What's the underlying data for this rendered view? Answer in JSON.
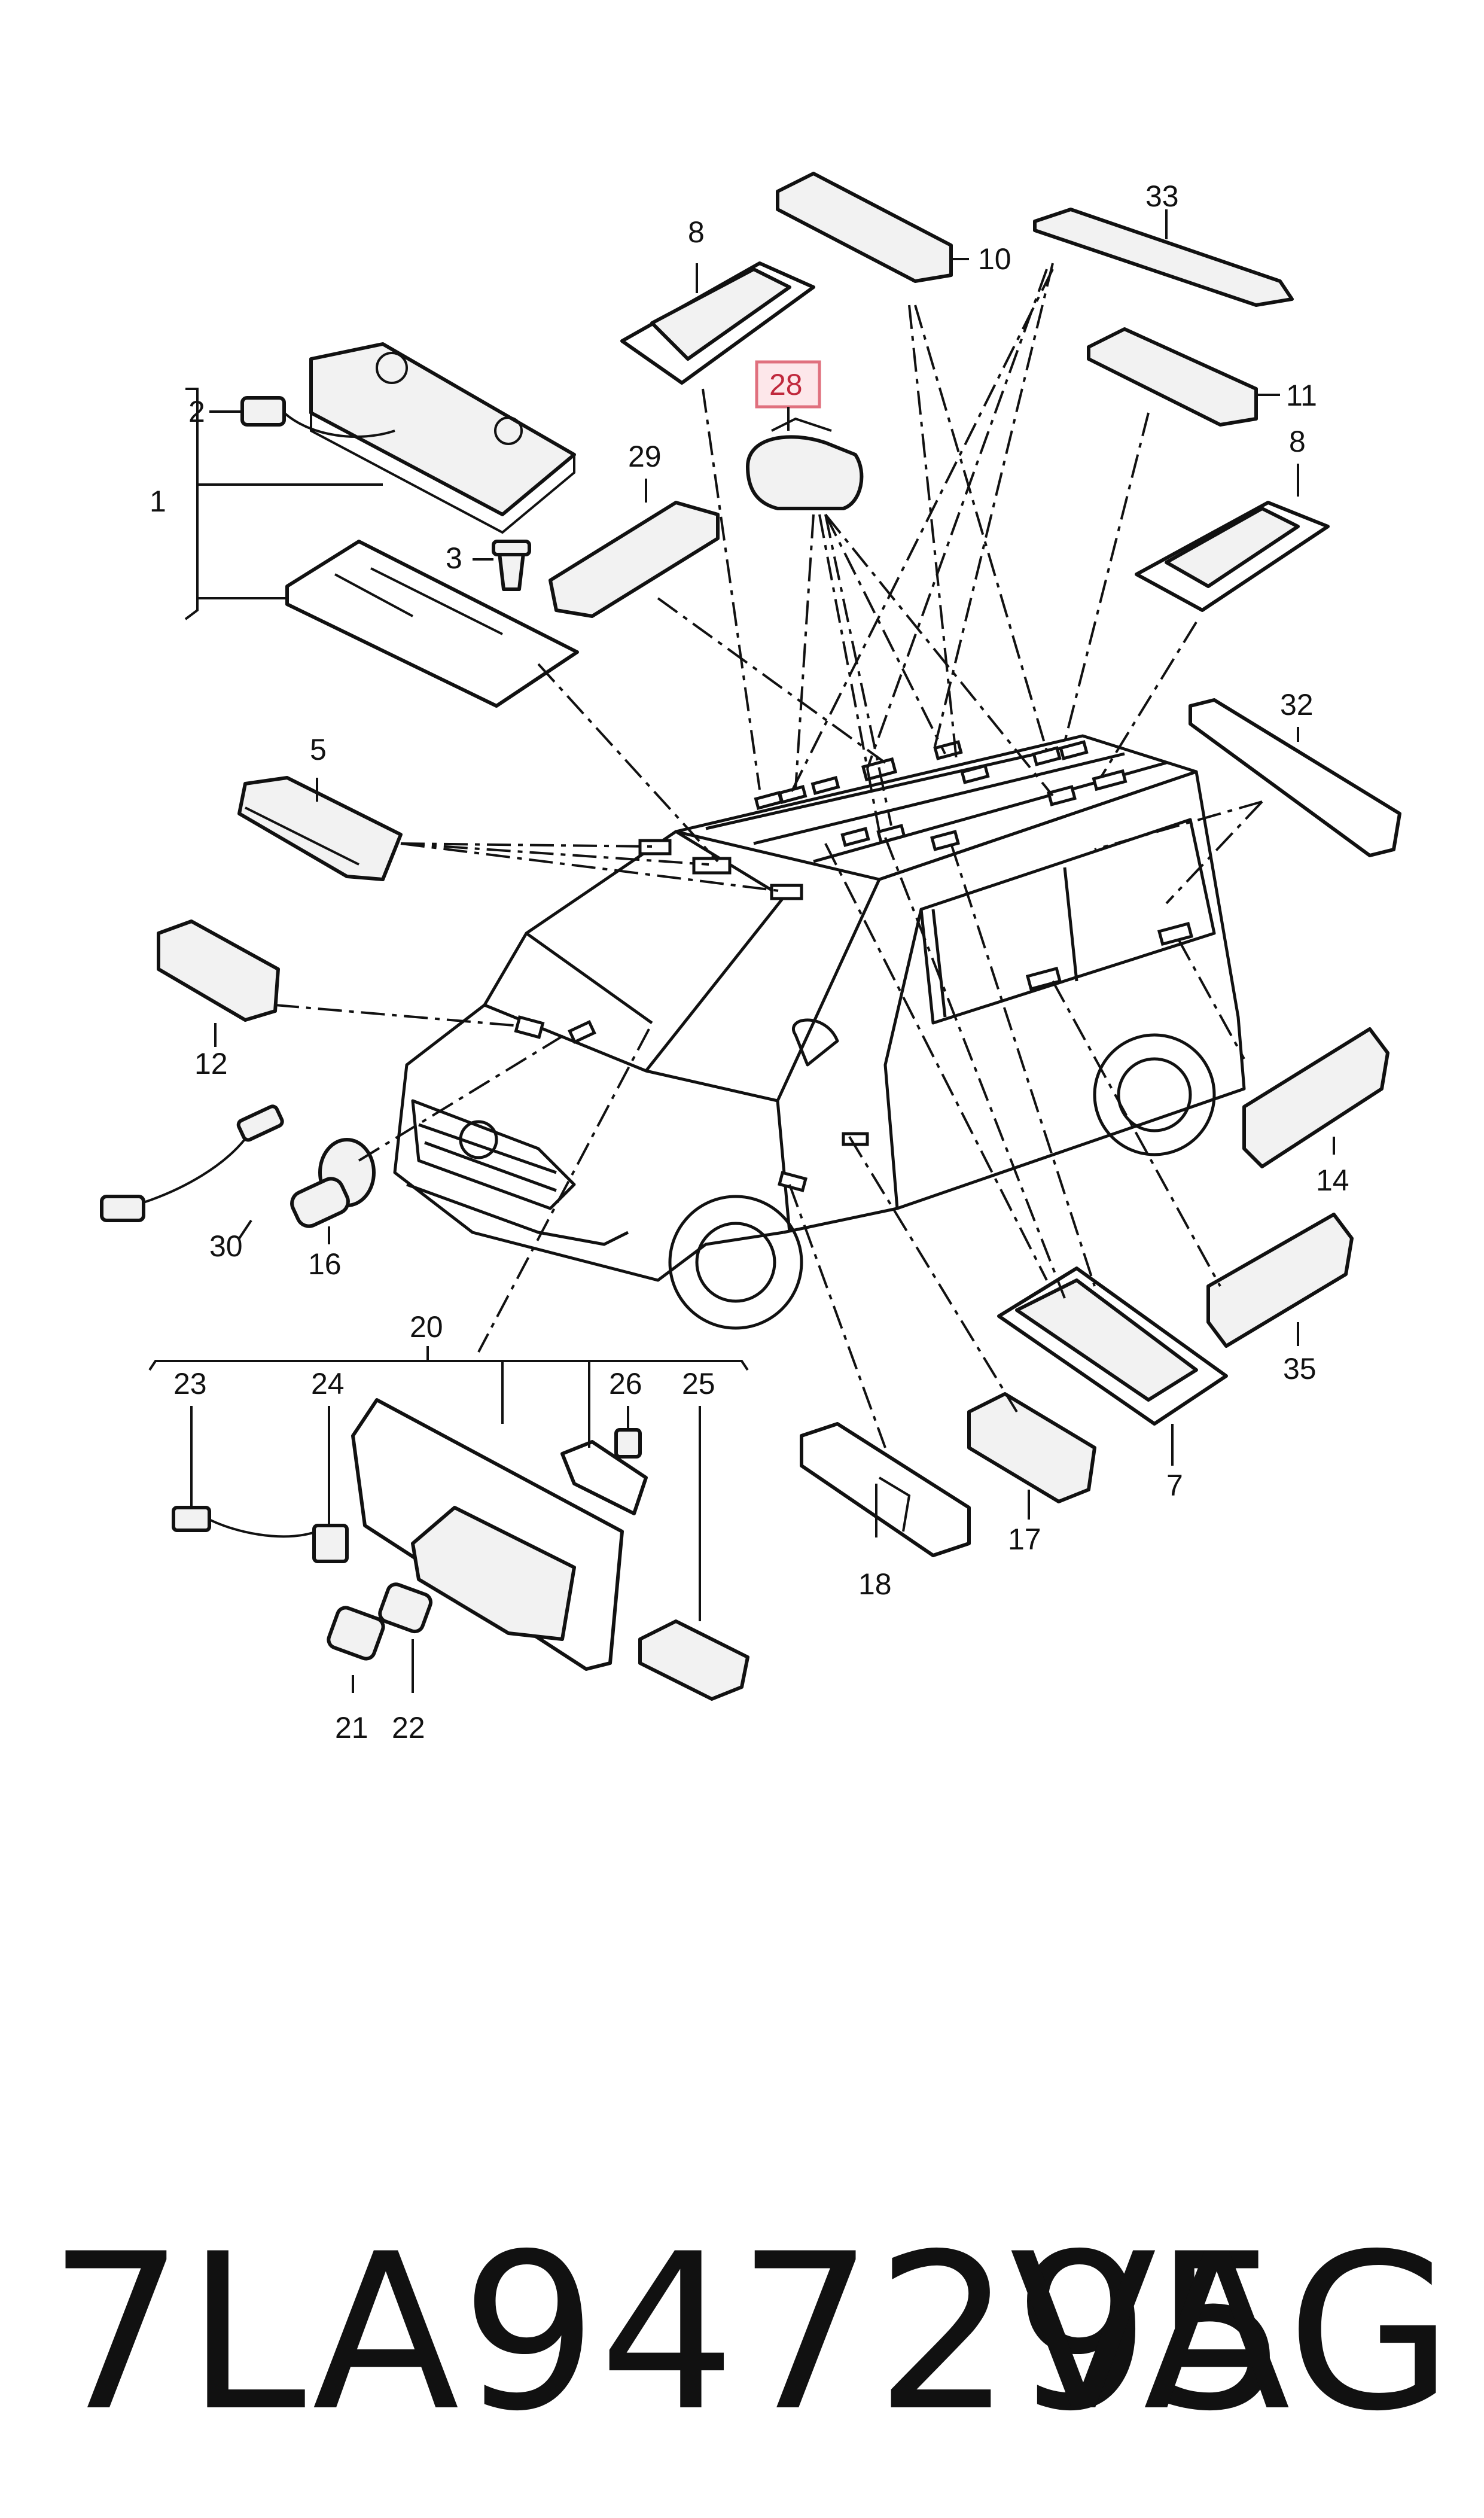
{
  "diagram": {
    "highlighted_part": "28",
    "highlight_color": "#e0707e",
    "callouts": [
      {
        "id": "1",
        "label": "1"
      },
      {
        "id": "2",
        "label": "2"
      },
      {
        "id": "3",
        "label": "3"
      },
      {
        "id": "5",
        "label": "5"
      },
      {
        "id": "7",
        "label": "7"
      },
      {
        "id": "8a",
        "label": "8"
      },
      {
        "id": "8b",
        "label": "8"
      },
      {
        "id": "10",
        "label": "10"
      },
      {
        "id": "11",
        "label": "11"
      },
      {
        "id": "12",
        "label": "12"
      },
      {
        "id": "14",
        "label": "14"
      },
      {
        "id": "16",
        "label": "16"
      },
      {
        "id": "17",
        "label": "17"
      },
      {
        "id": "18",
        "label": "18"
      },
      {
        "id": "20",
        "label": "20"
      },
      {
        "id": "21",
        "label": "21"
      },
      {
        "id": "22",
        "label": "22"
      },
      {
        "id": "23",
        "label": "23"
      },
      {
        "id": "24",
        "label": "24"
      },
      {
        "id": "25",
        "label": "25"
      },
      {
        "id": "26",
        "label": "26"
      },
      {
        "id": "28",
        "label": "28"
      },
      {
        "id": "29",
        "label": "29"
      },
      {
        "id": "30",
        "label": "30"
      },
      {
        "id": "32",
        "label": "32"
      },
      {
        "id": "33",
        "label": "33"
      },
      {
        "id": "35",
        "label": "35"
      }
    ]
  },
  "footer": {
    "part_number": "7LA947295",
    "brand": "VAG"
  }
}
